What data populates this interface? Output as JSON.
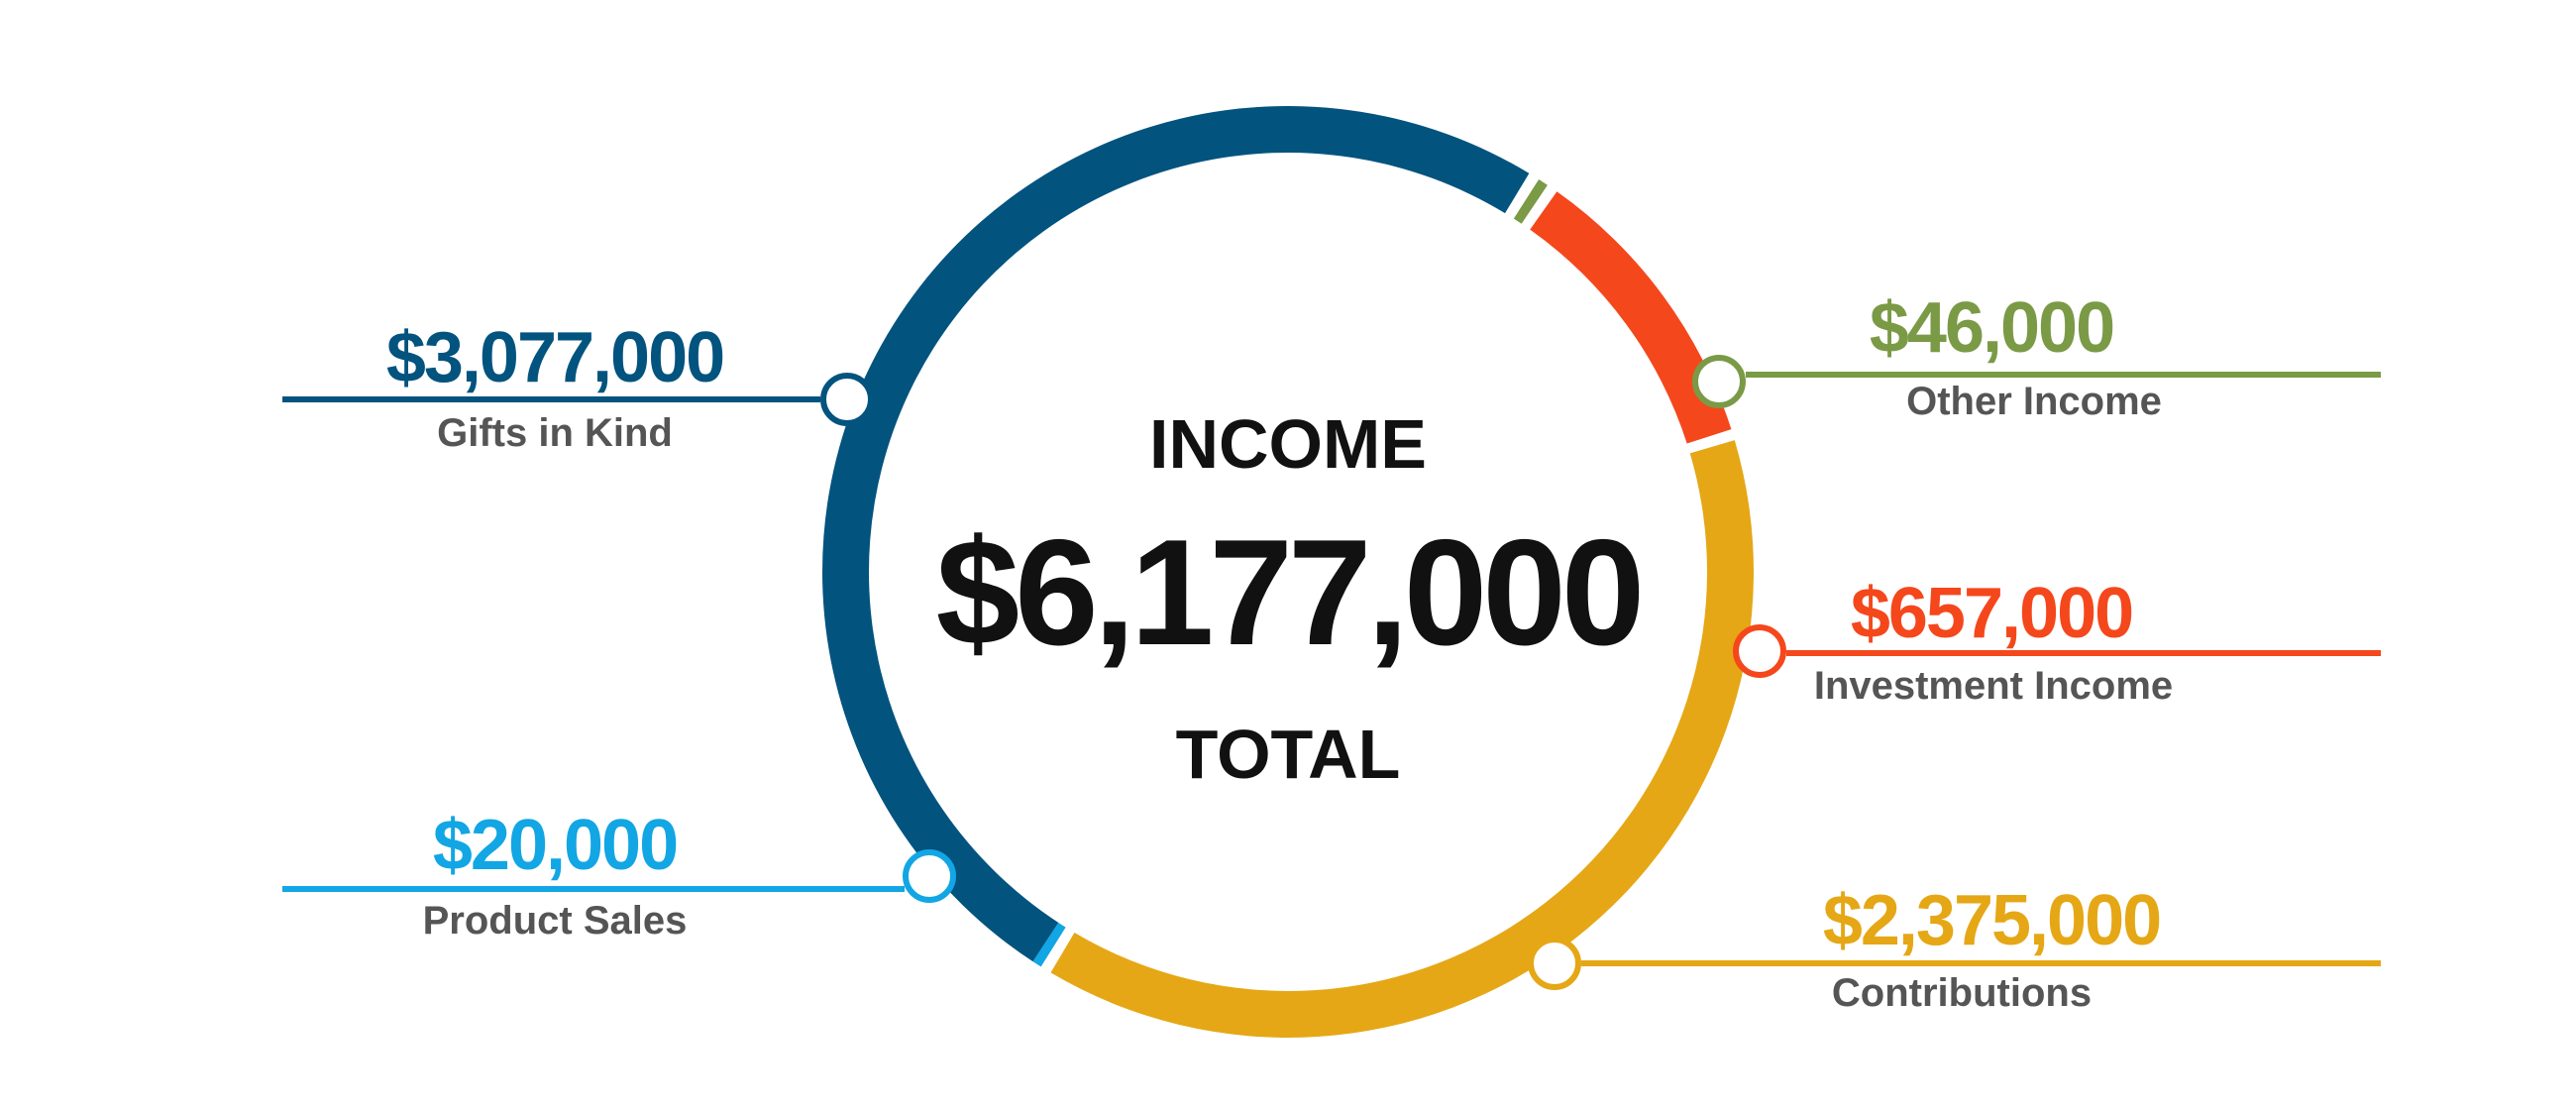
{
  "chart_data": {
    "type": "pie",
    "title": "INCOME",
    "center_total": "$6,177,000",
    "center_caption": "TOTAL",
    "slices": [
      {
        "label": "Gifts in Kind",
        "value": 3077000,
        "display": "$3,077,000",
        "color": "#03537f"
      },
      {
        "label": "Other Income",
        "value": 46000,
        "display": "$46,000",
        "color": "#7a9a46"
      },
      {
        "label": "Investment Income",
        "value": 657000,
        "display": "$657,000",
        "color": "#f5471c"
      },
      {
        "label": "Contributions",
        "value": 2375000,
        "display": "$2,375,000",
        "color": "#e5a715"
      },
      {
        "label": "Product Sales",
        "value": 20000,
        "display": "$20,000",
        "color": "#12a6e4"
      }
    ]
  }
}
